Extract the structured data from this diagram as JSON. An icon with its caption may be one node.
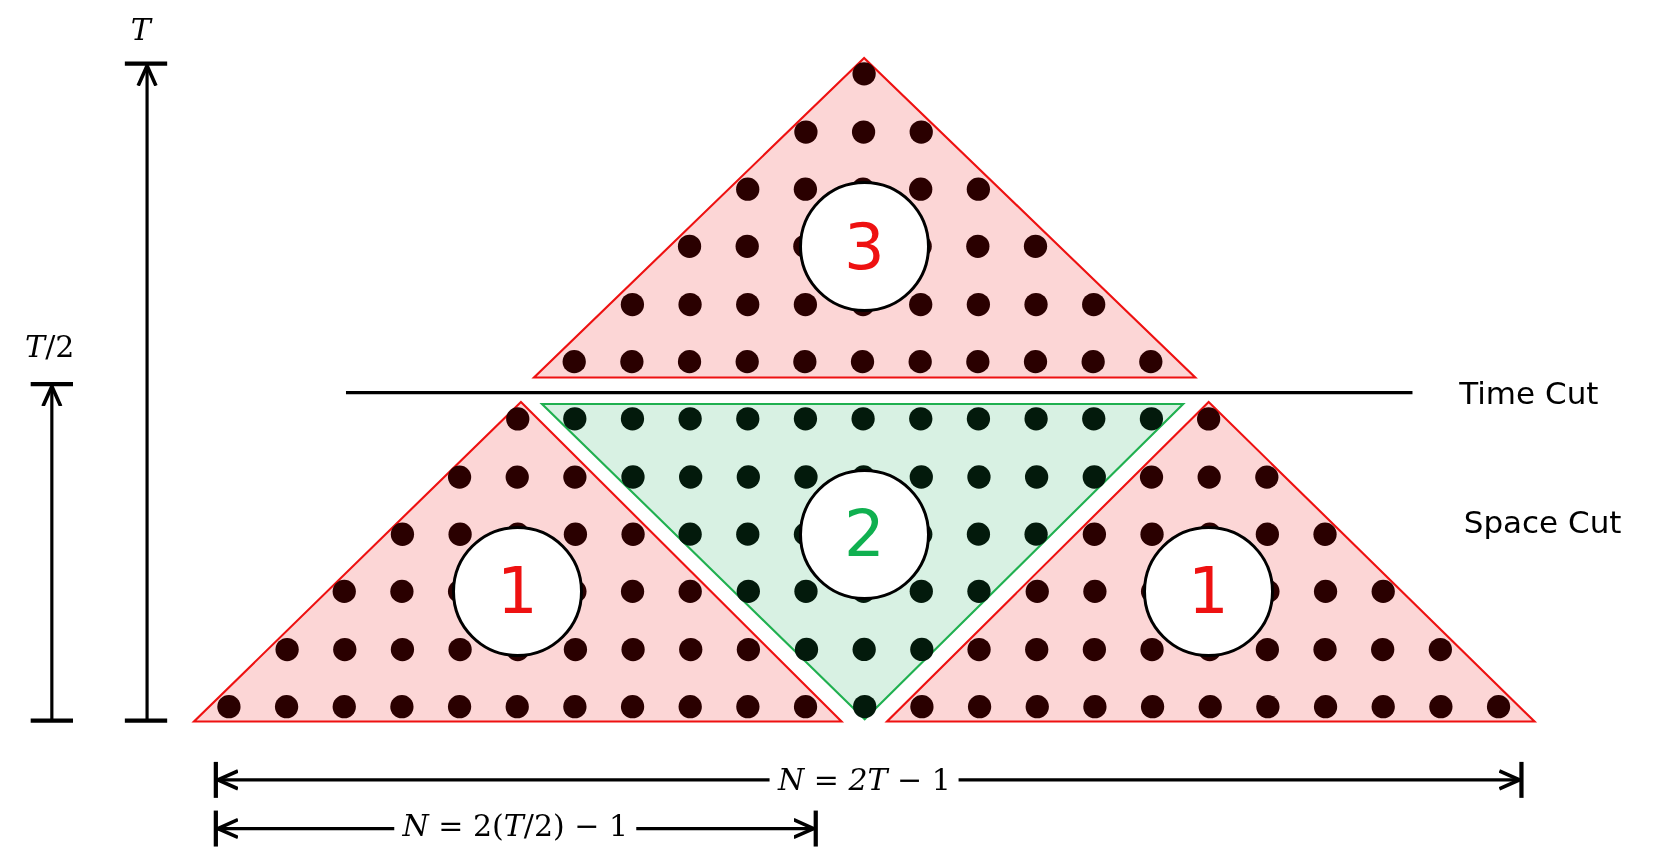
{
  "diagram": {
    "nodes": [
      {
        "text": [],
        "shape": "triangle"
      },
      {
        "text": [
          "3"
        ],
        "in": 0
      },
      {
        "text": [],
        "shape": "triangle"
      },
      {
        "text": [
          "1"
        ],
        "in": 2
      },
      {
        "text": [],
        "shape": "triangle"
      },
      {
        "text": [
          "2"
        ],
        "in": 4
      },
      {
        "text": [],
        "shape": "triangle"
      },
      {
        "text": [
          "1"
        ],
        "in": 6
      }
    ],
    "labels": [
      "T",
      "*T*/2",
      "Time Cut",
      "Space Cut",
      "*N* = *2T* − 1",
      "*N* = 2(*T*/2) − 1"
    ]
  }
}
